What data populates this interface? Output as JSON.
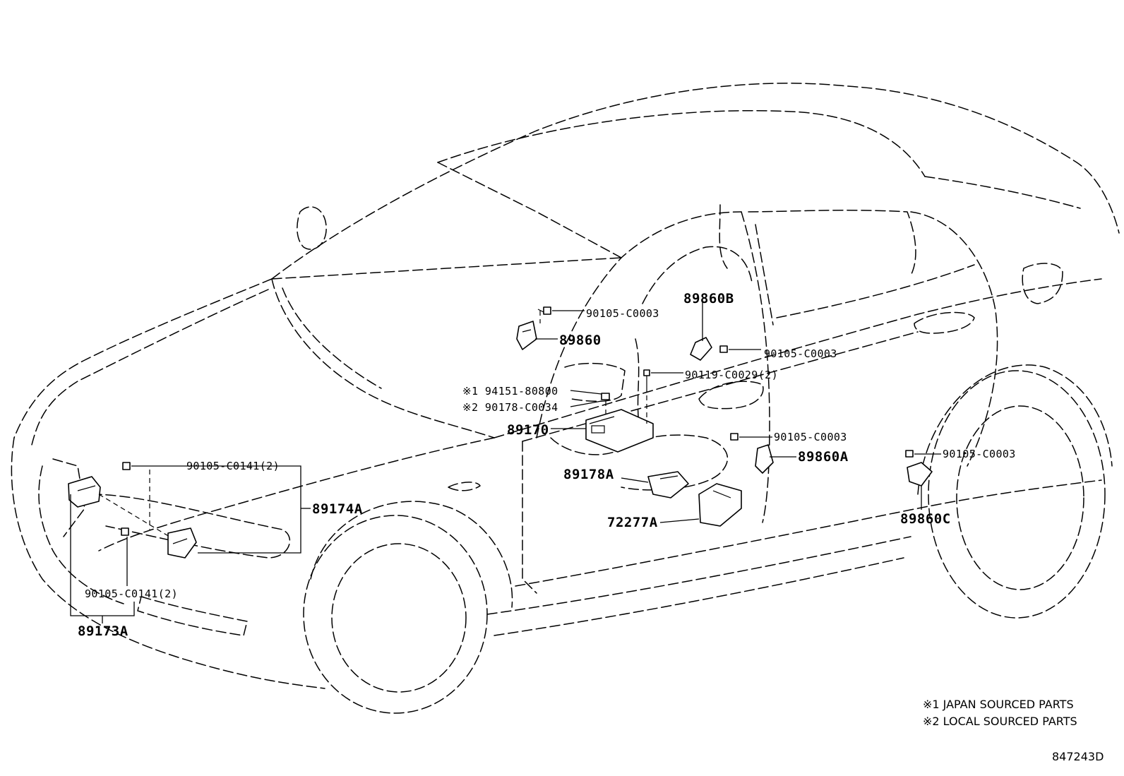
{
  "labels": {
    "p90105_c0003_a": "90105-C0003",
    "p89860": "89860",
    "p89860b": "89860B",
    "p90105_c0003_b": "90105-C0003",
    "p90119": "90119-C0029(2)",
    "p94151": "※1 94151-80800",
    "p90178": "※2 90178-C0034",
    "p89170": "89170",
    "p90105_c0003_c": "90105-C0003",
    "p89860a": "89860A",
    "p90105_c0003_d": "90105-C0003",
    "p89178a": "89178A",
    "p72277a": "72277A",
    "p89860c": "89860C",
    "p90105_c0141_a": "90105-C0141(2)",
    "p89174a": "89174A",
    "p90105_c0141_b": "90105-C0141(2)",
    "p89173a": "89173A"
  },
  "notes": {
    "note1": "※1 JAPAN SOURCED PARTS",
    "note2": "※2 LOCAL SOURCED PARTS",
    "diagram_code": "847243D"
  }
}
